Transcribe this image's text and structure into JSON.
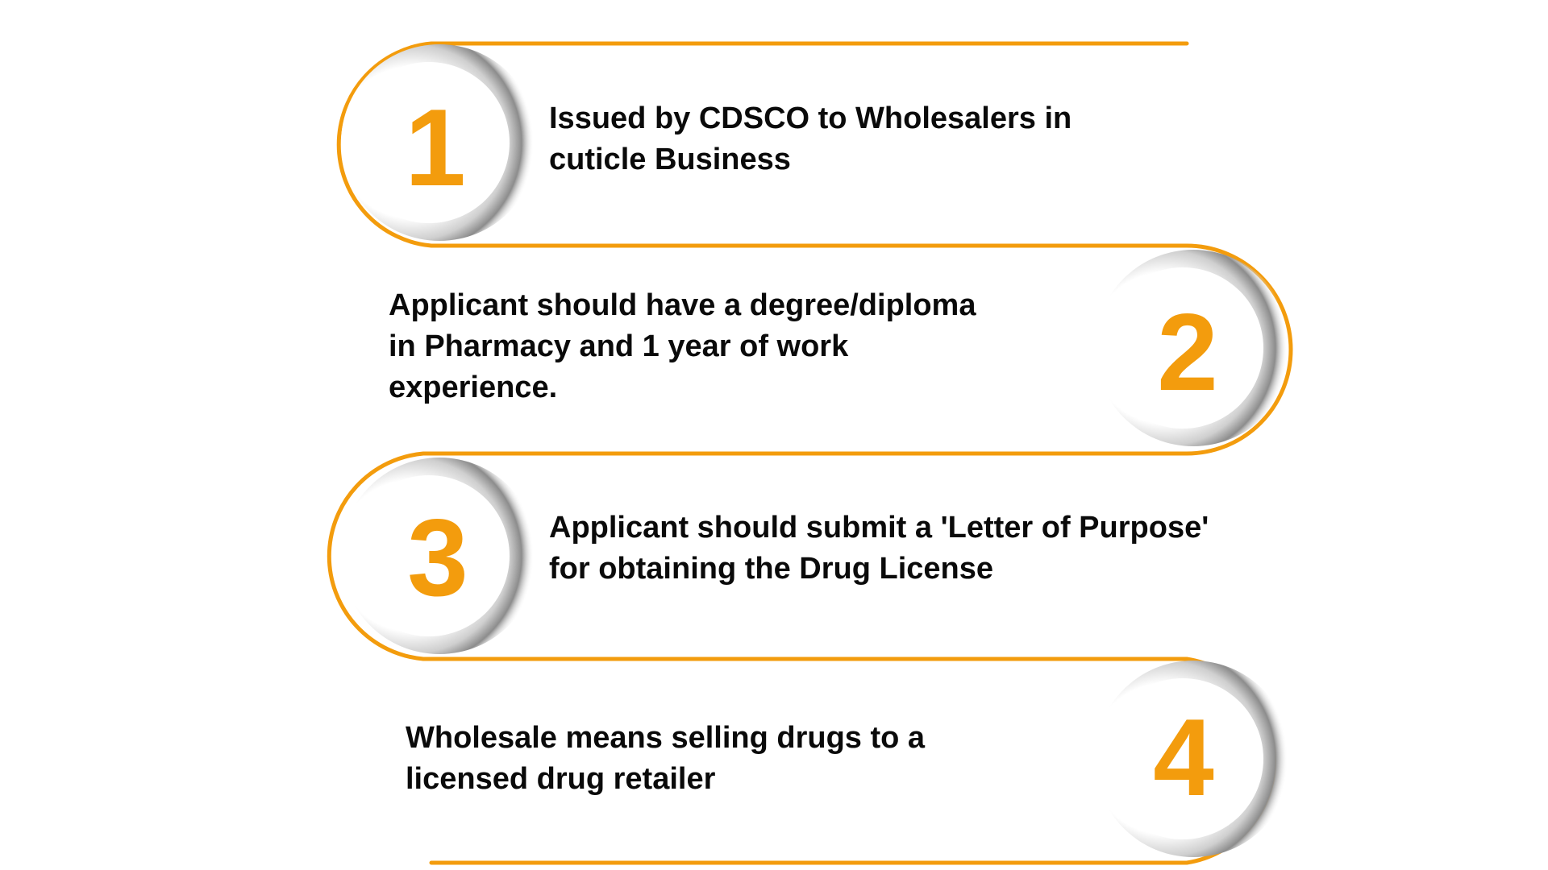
{
  "accent_color": "#f39c0d",
  "text_color": "#0a0a0a",
  "steps": [
    {
      "number": "1",
      "text": "Issued by CDSCO to Wholesalers in\ncuticle Business"
    },
    {
      "number": "2",
      "text": "Applicant should have a degree/diploma\nin Pharmacy and 1 year of work\nexperience."
    },
    {
      "number": "3",
      "text": "Applicant should submit a 'Letter of Purpose'\nfor obtaining the Drug License"
    },
    {
      "number": "4",
      "text": "Wholesale means selling drugs to a\nlicensed drug retailer"
    }
  ]
}
